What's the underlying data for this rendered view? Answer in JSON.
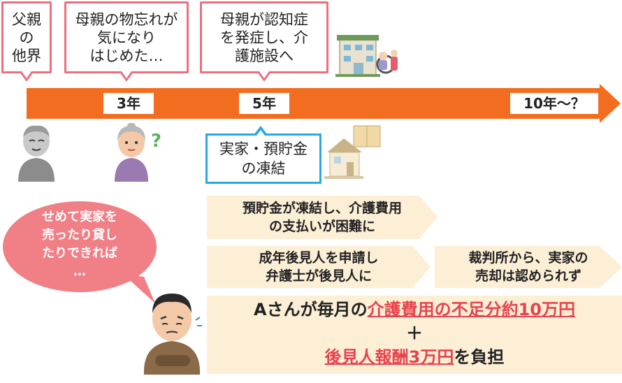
{
  "callouts": {
    "father": "父親\nの\n他界",
    "mother_forget": "母親の物忘れが\n気になり\nはじめた…",
    "mother_dementia": "母親が認知症\nを発症し、介\n護施設へ"
  },
  "timeline": {
    "ticks": [
      "3年",
      "5年",
      "10年～？"
    ]
  },
  "freeze_callout": "実家・預貯金\nの凍結",
  "steps": {
    "step1": "預貯金が凍結し、介護費用\nの支払いが困難に",
    "step2": "成年後見人を申請し\n弁護士が後見人に",
    "step3": "裁判所から、実家の\n売却は認められず"
  },
  "bubble": "せめて実家を\n売ったり貸し\nたりできれば\n…",
  "summary": {
    "line1_prefix": "Aさんが毎月の",
    "line1_highlight": "介護費用の不足分約10万円",
    "plus": "＋",
    "line3_highlight": "後見人報酬3万円",
    "line3_suffix": "を負担"
  },
  "colors": {
    "timeline": "#f26d1f",
    "callout_border": "#ec6f7e",
    "freeze_border": "#2ba8e0",
    "step_fill": "#fcefd6",
    "bubble": "#f07f86",
    "highlight": "#e8434d"
  }
}
